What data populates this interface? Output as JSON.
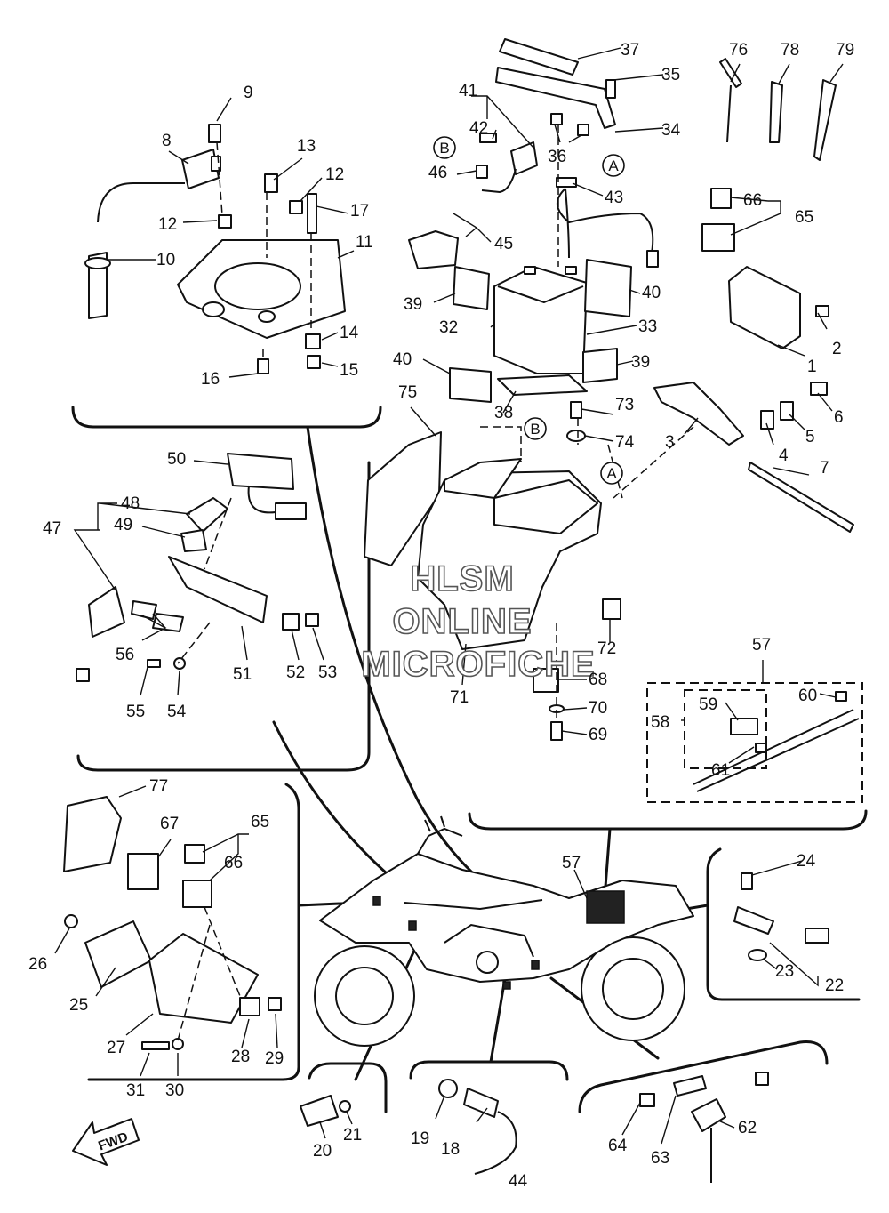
{
  "watermark": {
    "line1": "HLSM",
    "line2": "ONLINE",
    "line3": "MICROFICHE"
  },
  "fwd_label": "FWD",
  "ref_marks": {
    "A": "A",
    "B": "B"
  },
  "parts": [
    {
      "id": "1"
    },
    {
      "id": "2"
    },
    {
      "id": "3"
    },
    {
      "id": "4"
    },
    {
      "id": "5"
    },
    {
      "id": "6"
    },
    {
      "id": "7"
    },
    {
      "id": "8"
    },
    {
      "id": "9"
    },
    {
      "id": "10"
    },
    {
      "id": "11"
    },
    {
      "id": "12"
    },
    {
      "id": "13"
    },
    {
      "id": "14"
    },
    {
      "id": "15"
    },
    {
      "id": "16"
    },
    {
      "id": "17"
    },
    {
      "id": "18"
    },
    {
      "id": "19"
    },
    {
      "id": "20"
    },
    {
      "id": "21"
    },
    {
      "id": "22"
    },
    {
      "id": "23"
    },
    {
      "id": "24"
    },
    {
      "id": "25"
    },
    {
      "id": "26"
    },
    {
      "id": "27"
    },
    {
      "id": "28"
    },
    {
      "id": "29"
    },
    {
      "id": "30"
    },
    {
      "id": "31"
    },
    {
      "id": "32"
    },
    {
      "id": "33"
    },
    {
      "id": "34"
    },
    {
      "id": "35"
    },
    {
      "id": "36"
    },
    {
      "id": "37"
    },
    {
      "id": "38"
    },
    {
      "id": "39"
    },
    {
      "id": "40"
    },
    {
      "id": "41"
    },
    {
      "id": "42"
    },
    {
      "id": "43"
    },
    {
      "id": "44"
    },
    {
      "id": "45"
    },
    {
      "id": "46"
    },
    {
      "id": "47"
    },
    {
      "id": "48"
    },
    {
      "id": "49"
    },
    {
      "id": "50"
    },
    {
      "id": "51"
    },
    {
      "id": "52"
    },
    {
      "id": "53"
    },
    {
      "id": "54"
    },
    {
      "id": "55"
    },
    {
      "id": "56"
    },
    {
      "id": "57"
    },
    {
      "id": "58"
    },
    {
      "id": "59"
    },
    {
      "id": "60"
    },
    {
      "id": "61"
    },
    {
      "id": "62"
    },
    {
      "id": "63"
    },
    {
      "id": "64"
    },
    {
      "id": "65"
    },
    {
      "id": "66"
    },
    {
      "id": "67"
    },
    {
      "id": "68"
    },
    {
      "id": "69"
    },
    {
      "id": "70"
    },
    {
      "id": "71"
    },
    {
      "id": "72"
    },
    {
      "id": "73"
    },
    {
      "id": "74"
    },
    {
      "id": "75"
    },
    {
      "id": "76"
    },
    {
      "id": "77"
    },
    {
      "id": "78"
    },
    {
      "id": "79"
    }
  ]
}
